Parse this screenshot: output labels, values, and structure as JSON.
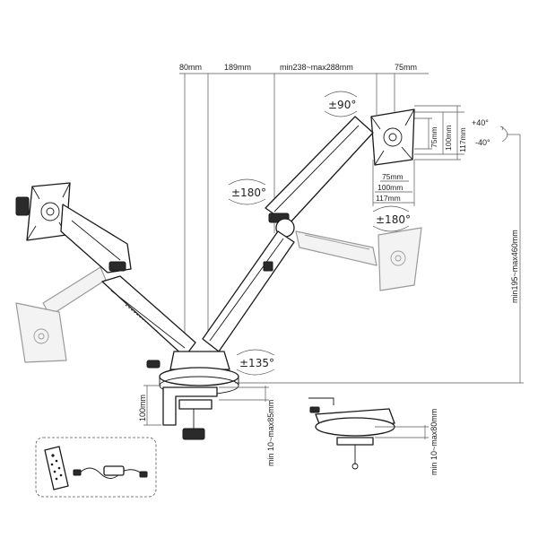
{
  "dimensions": {
    "top_80": "80mm",
    "top_189": "189mm",
    "top_range": "min238~max288mm",
    "top_75": "75mm",
    "right_75": "75mm",
    "right_100": "100mm",
    "right_117": "117mm",
    "bottom_75": "75mm",
    "bottom_100": "100mm",
    "bottom_117": "117mm",
    "height_range": "min195~max460mm",
    "base_100": "100mm",
    "clamp_range": "min 10~max85mm",
    "grommet_range": "min 10~max80mm"
  },
  "tilt": {
    "up": "+40°",
    "down": "-40°"
  },
  "rotations": {
    "top_swivel": "±90°",
    "left_head": "±180°",
    "right_head": "±180°",
    "base": "±135°"
  },
  "colors": {
    "ink": "#1a1a1a",
    "ghost": "#9a9a9a",
    "dimension": "#555555"
  }
}
